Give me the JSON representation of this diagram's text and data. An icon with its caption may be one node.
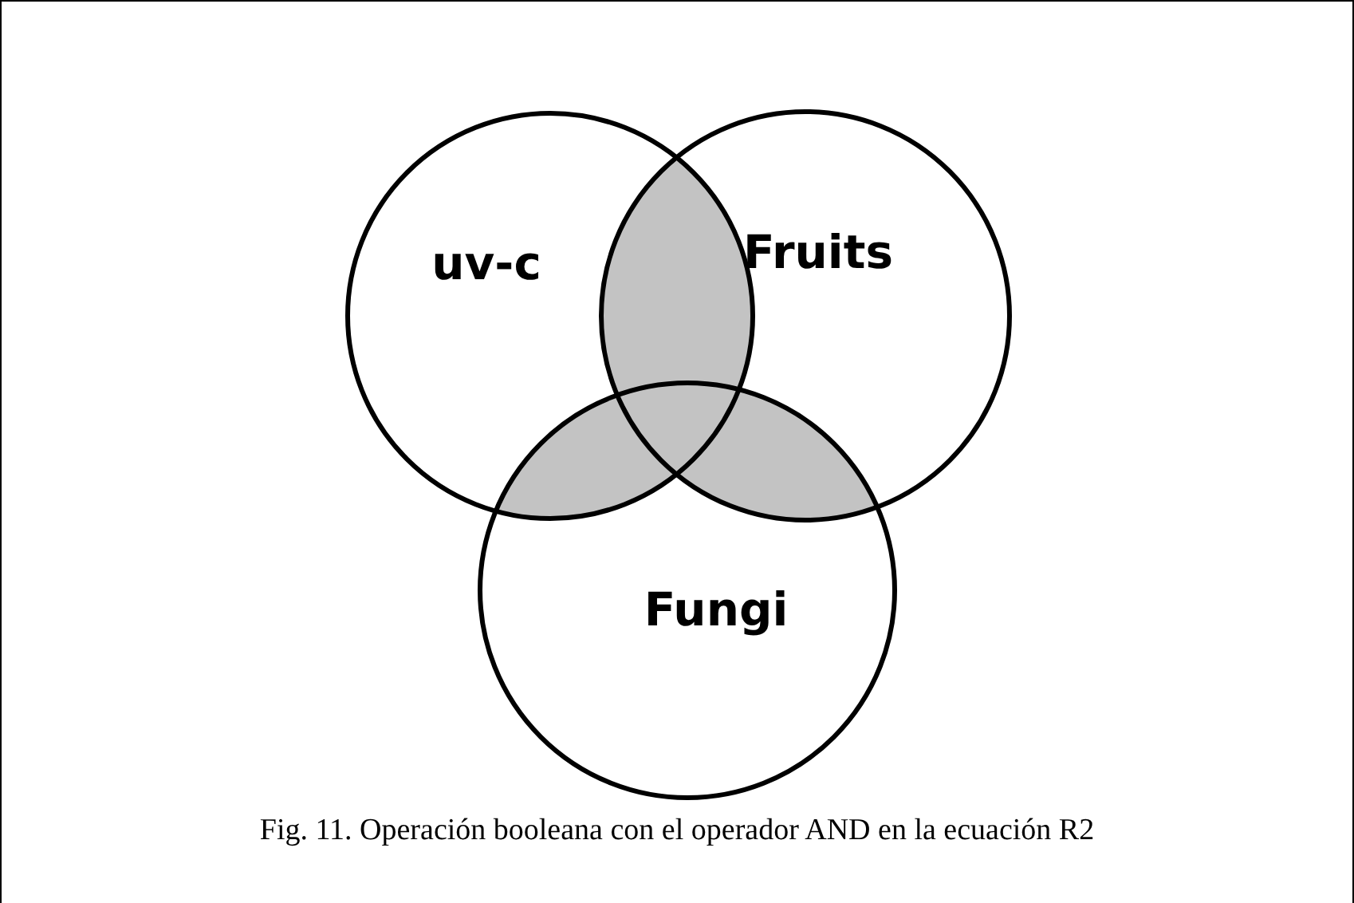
{
  "diagram": {
    "caption": "Fig. 11. Operación booleana con el operador AND en la ecuación R2",
    "nodes": [
      {
        "text": [
          "uv-c"
        ]
      },
      {
        "text": [
          "Fruits"
        ]
      },
      {
        "text": [
          "Fungi"
        ]
      }
    ],
    "edges": []
  }
}
